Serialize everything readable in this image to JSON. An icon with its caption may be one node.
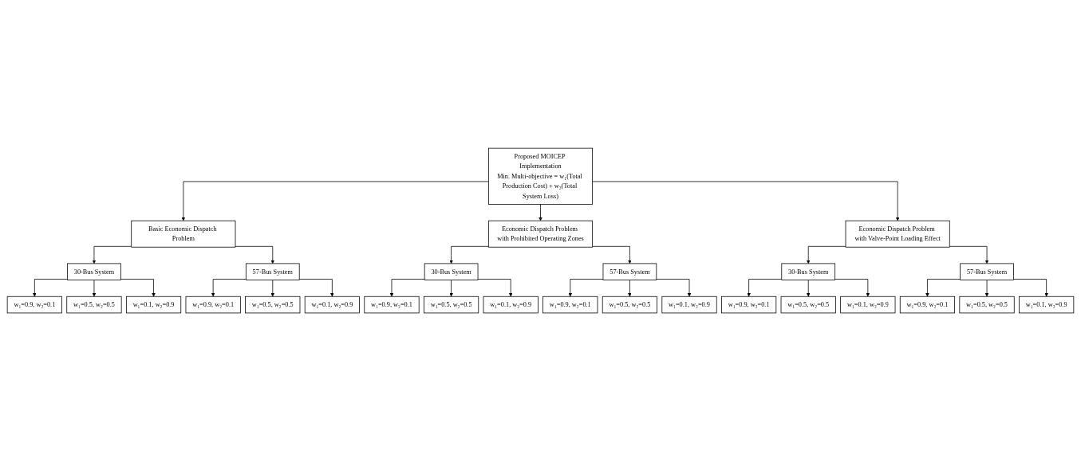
{
  "diagram": {
    "nodes": [
      {
        "text": [
          "Proposed MOICEP Implementation",
          "Min. Multi-objective = w₁(Total Production Cost) + w₂(Total System Loss)"
        ]
      },
      {
        "text": [
          "Basic Economic Dispatch Problem"
        ]
      },
      {
        "text": [
          "30-Bus System"
        ]
      },
      {
        "text": [
          "w₁=0.9, w₂=0.1"
        ]
      },
      {
        "text": [
          "w₁=0.5, w₂=0.5"
        ]
      },
      {
        "text": [
          "w₁=0.1, w₂=0.9"
        ]
      },
      {
        "text": [
          "57-Bus System"
        ]
      },
      {
        "text": [
          "w₁=0.9, w₂=0.1"
        ]
      },
      {
        "text": [
          "w₁=0.5, w₂=0.5"
        ]
      },
      {
        "text": [
          "w₁=0.1, w₂=0.9"
        ]
      },
      {
        "text": [
          "Economic Dispatch Problem with Prohibited Operating Zones"
        ]
      },
      {
        "text": [
          "30-Bus System"
        ]
      },
      {
        "text": [
          "w₁=0.9, w₂=0.1"
        ]
      },
      {
        "text": [
          "w₁=0.5, w₂=0.5"
        ]
      },
      {
        "text": [
          "w₁=0.1, w₂=0.9"
        ]
      },
      {
        "text": [
          "57-Bus System"
        ]
      },
      {
        "text": [
          "w₁=0.9, w₂=0.1"
        ]
      },
      {
        "text": [
          "w₁=0.5, w₂=0.5"
        ]
      },
      {
        "text": [
          "w₁=0.1, w₂=0.9"
        ]
      },
      {
        "text": [
          "Economic Dispatch Problem with Valve-Point Loading Effect"
        ]
      },
      {
        "text": [
          "30-Bus System"
        ]
      },
      {
        "text": [
          "w₁=0.9, w₂=0.1"
        ]
      },
      {
        "text": [
          "w₁=0.5, w₂=0.5"
        ]
      },
      {
        "text": [
          "w₁=0.1, w₂=0.9"
        ]
      },
      {
        "text": [
          "57-Bus System"
        ]
      },
      {
        "text": [
          "w₁=0.9, w₂=0.1"
        ]
      },
      {
        "text": [
          "w₁=0.5, w₂=0.5"
        ]
      },
      {
        "text": [
          "w₁=0.1, w₂=0.9"
        ]
      }
    ],
    "edges": [
      {
        "from": 0,
        "to": 1,
        "arrow": "to"
      },
      {
        "from": 0,
        "to": 10,
        "arrow": "to"
      },
      {
        "from": 0,
        "to": 19,
        "arrow": "to"
      },
      {
        "from": 1,
        "to": 2,
        "arrow": "to"
      },
      {
        "from": 1,
        "to": 6,
        "arrow": "to"
      },
      {
        "from": 2,
        "to": 3,
        "arrow": "to"
      },
      {
        "from": 2,
        "to": 4,
        "arrow": "to"
      },
      {
        "from": 2,
        "to": 5,
        "arrow": "to"
      },
      {
        "from": 6,
        "to": 7,
        "arrow": "to"
      },
      {
        "from": 6,
        "to": 8,
        "arrow": "to"
      },
      {
        "from": 6,
        "to": 9,
        "arrow": "to"
      },
      {
        "from": 10,
        "to": 11,
        "arrow": "to"
      },
      {
        "from": 10,
        "to": 15,
        "arrow": "to"
      },
      {
        "from": 11,
        "to": 12,
        "arrow": "to"
      },
      {
        "from": 11,
        "to": 13,
        "arrow": "to"
      },
      {
        "from": 11,
        "to": 14,
        "arrow": "to"
      },
      {
        "from": 15,
        "to": 16,
        "arrow": "to"
      },
      {
        "from": 15,
        "to": 17,
        "arrow": "to"
      },
      {
        "from": 15,
        "to": 18,
        "arrow": "to"
      },
      {
        "from": 19,
        "to": 20,
        "arrow": "to"
      },
      {
        "from": 19,
        "to": 24,
        "arrow": "to"
      },
      {
        "from": 20,
        "to": 21,
        "arrow": "to"
      },
      {
        "from": 20,
        "to": 22,
        "arrow": "to"
      },
      {
        "from": 20,
        "to": 23,
        "arrow": "to"
      },
      {
        "from": 24,
        "to": 25,
        "arrow": "to"
      },
      {
        "from": 24,
        "to": 26,
        "arrow": "to"
      },
      {
        "from": 24,
        "to": 27,
        "arrow": "to"
      }
    ]
  }
}
